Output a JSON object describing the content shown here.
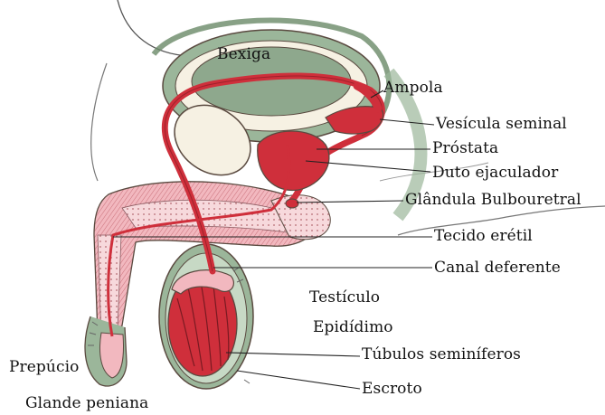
{
  "colors": {
    "red": "#cf2f3b",
    "pink": "#f2b8bf",
    "lightpink": "#f7d9dc",
    "green": "#9bb69a",
    "darkgreen": "#6a8a68",
    "cream": "#f6f1e3",
    "outline": "#5a4a40"
  },
  "labels": {
    "bexiga": "Bexiga",
    "ampola": "Ampola",
    "vesicula": "Vesícula seminal",
    "prostata": "Próstata",
    "duto": "Duto ejaculador",
    "bulbouretral": "Glândula Bulbouretral",
    "tecido": "Tecido erétil",
    "canal": "Canal deferente",
    "testiculo": "Testículo",
    "epididimo": "Epidídimo",
    "tubulos": "Túbulos seminíferos",
    "escroto": "Escroto",
    "prepucio": "Prepúcio",
    "glande": "Glande peniana"
  }
}
